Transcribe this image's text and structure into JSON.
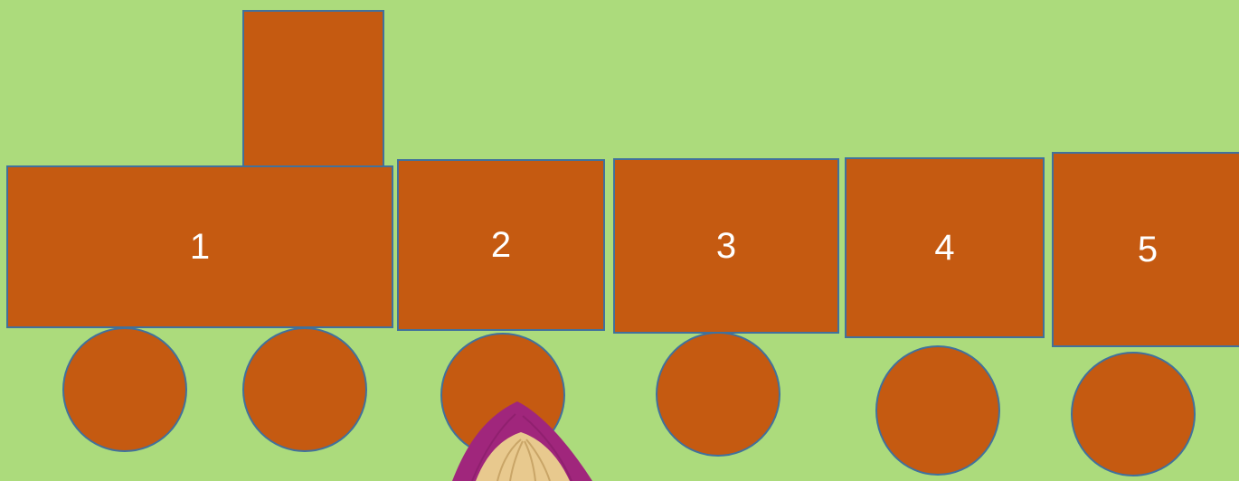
{
  "colors": {
    "background": "#acdb7c",
    "car_fill": "#c55a11",
    "car_outline": "#41719c",
    "label_color": "#ffffff",
    "kerchief": "#a0267c",
    "hair": "#e8c98e"
  },
  "train": {
    "cars": [
      {
        "label": "1"
      },
      {
        "label": "2"
      },
      {
        "label": "3"
      },
      {
        "label": "4"
      },
      {
        "label": "5"
      }
    ]
  },
  "figure": {
    "icon": "girl-in-kerchief-icon"
  }
}
